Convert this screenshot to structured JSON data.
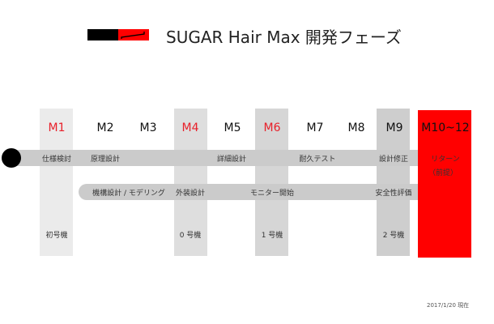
{
  "title": "SUGAR Hair Max 開発フェーズ",
  "months": [
    {
      "label": "M1",
      "highlight": true
    },
    {
      "label": "M2",
      "highlight": false
    },
    {
      "label": "M3",
      "highlight": false
    },
    {
      "label": "M4",
      "highlight": true
    },
    {
      "label": "M5",
      "highlight": false
    },
    {
      "label": "M6",
      "highlight": true
    },
    {
      "label": "M7",
      "highlight": false
    },
    {
      "label": "M8",
      "highlight": false
    },
    {
      "label": "M9",
      "highlight": false
    },
    {
      "label": "M10~12",
      "highlight": false
    }
  ],
  "track1": [
    "仕様検討",
    "原理設計",
    "詳細設計",
    "耐久テスト",
    "設計修正"
  ],
  "track2": [
    "機構設計 / モデリング",
    "外装設計",
    "モニター開始",
    "安全性評価"
  ],
  "prototypes": [
    "初号機",
    "0 号機",
    "1 号機",
    "2 号機"
  ],
  "final": {
    "line1": "リターン",
    "line2": "（前提）"
  },
  "footnote": "2017/1/20 現在",
  "colors": {
    "accent": "#ff0000",
    "month_highlight": "#e8202a",
    "bar": "#cbcbcb"
  }
}
